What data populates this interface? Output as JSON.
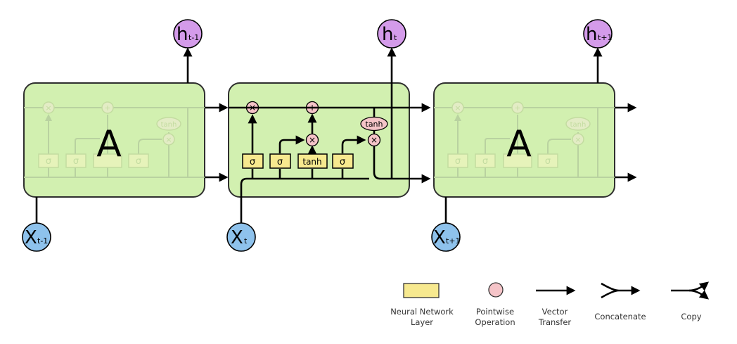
{
  "colors": {
    "cell_fill": "#d2f0b0",
    "cell_stroke": "#2f2f2f",
    "nn_layer_fill": "#f7e98f",
    "pointwise_fill": "#f5c4c8",
    "input_fill": "#8ec2ec",
    "output_fill": "#d49bea",
    "faded_line": "#b9d2a0"
  },
  "cells": {
    "left_label": "A",
    "right_label": "A"
  },
  "inputs": [
    {
      "base": "X",
      "sub": "t-1"
    },
    {
      "base": "X",
      "sub": "t"
    },
    {
      "base": "X",
      "sub": "t+1"
    }
  ],
  "outputs": [
    {
      "base": "h",
      "sub": "t-1"
    },
    {
      "base": "h",
      "sub": "t"
    },
    {
      "base": "h",
      "sub": "t+1"
    }
  ],
  "middle_cell": {
    "layers": [
      "σ",
      "σ",
      "tanh",
      "σ"
    ],
    "ops": {
      "forget_mult": "×",
      "add": "+",
      "input_mult": "×",
      "output_mult": "×",
      "cell_tanh": "tanh"
    }
  },
  "faded_cell": {
    "layers": [
      "σ",
      "σ",
      "",
      "σ"
    ],
    "ops": {
      "forget_mult": "×",
      "add": "+",
      "input_mult": "×",
      "output_mult": "×",
      "cell_tanh": "tanh"
    }
  },
  "legend": [
    {
      "icon": "neural-network-layer",
      "lines": [
        "Neural Network",
        "Layer"
      ]
    },
    {
      "icon": "pointwise-operation",
      "lines": [
        "Pointwise",
        "Operation"
      ]
    },
    {
      "icon": "vector-transfer-arrow",
      "lines": [
        "Vector",
        "Transfer"
      ]
    },
    {
      "icon": "concatenate-arrow",
      "lines": [
        "Concatenate"
      ]
    },
    {
      "icon": "copy-arrow",
      "lines": [
        "Copy"
      ]
    }
  ]
}
